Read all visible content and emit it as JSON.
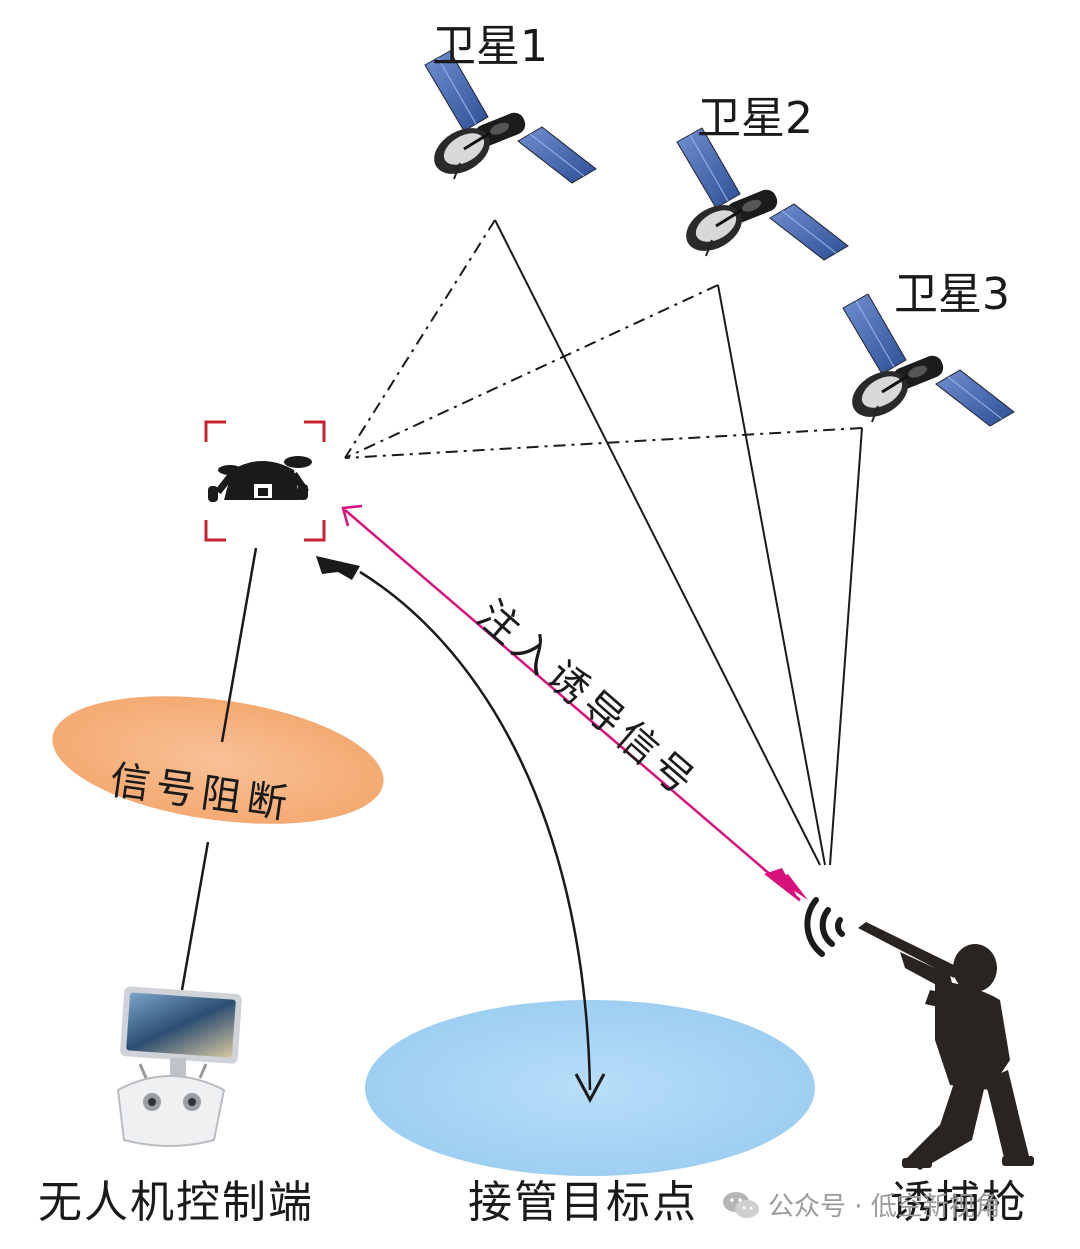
{
  "satellites": [
    {
      "label": "卫星1"
    },
    {
      "label": "卫星2"
    },
    {
      "label": "卫星3"
    }
  ],
  "labels": {
    "signal_block": "信号阻断",
    "inject_signal": "注入诱导信号",
    "controller": "无人机控制端",
    "target_point": "接管目标点",
    "decoy_gun": "诱捕枪"
  },
  "watermark": {
    "text": "公众号 · 低空新视角"
  },
  "colors": {
    "orange_zone": "#f6b27d",
    "blue_zone": "#a9d6f5",
    "inject_arrow": "#d8107c",
    "drone_frame": "#c8202f",
    "satellite_panel": "#4a6fb5"
  },
  "icons": {
    "satellite": "satellite-icon",
    "drone": "drone-icon",
    "controller": "remote-controller-icon",
    "shooter": "shooter-silhouette-icon",
    "signal": "signal-waves-icon"
  }
}
